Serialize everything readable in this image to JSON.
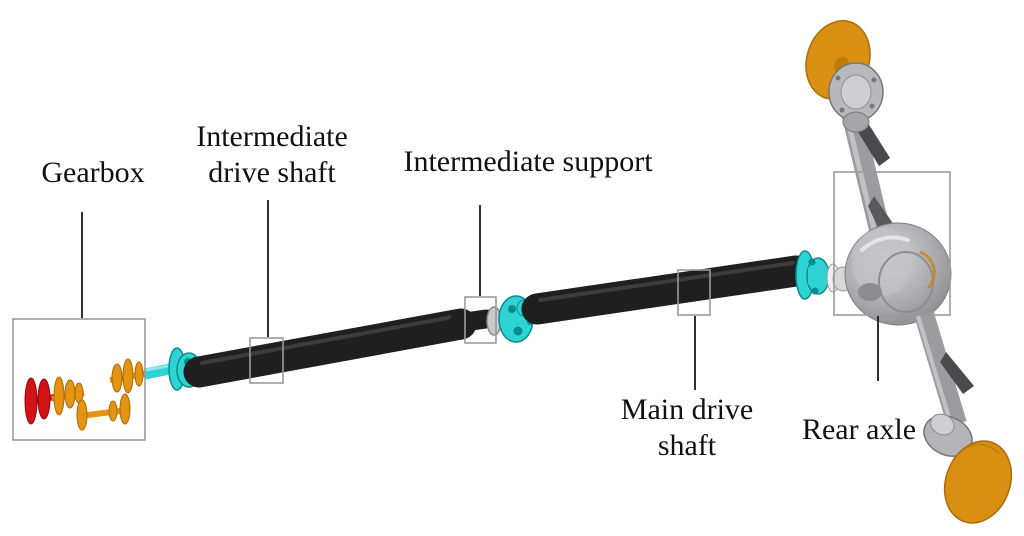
{
  "diagram": {
    "type": "labeled-technical-illustration",
    "subject": "Vehicle drivetrain transmission assembly (3D CAD render with callout labels)",
    "labels": {
      "gearbox": "Gearbox",
      "intermediate_drive_shaft": "Intermediate\ndrive shaft",
      "intermediate_support": "Intermediate support",
      "main_drive_shaft": "Main drive\nshaft",
      "rear_axle": "Rear axle"
    },
    "callouts": [
      {
        "name": "gearbox",
        "style": "boxed-region with leader line from label down to box"
      },
      {
        "name": "intermediate-drive-shaft",
        "style": "small box on shaft with leader line"
      },
      {
        "name": "intermediate-support",
        "style": "small box on support bearing with leader line"
      },
      {
        "name": "main-drive-shaft",
        "style": "small box on shaft with leader line down to label"
      },
      {
        "name": "rear-axle",
        "style": "large box around differential with leader line down to label"
      }
    ],
    "parts_depicted": [
      "gearbox gear clusters (red and orange gears)",
      "cyan universal joints",
      "black intermediate drive shaft",
      "intermediate support bearing",
      "black main drive shaft",
      "grey rear axle with differential housing",
      "orange wheel hubs (top and bottom)"
    ]
  },
  "colors": {
    "background": "#ffffff",
    "label_text": "#111111",
    "callout_box": "#9b9b9b",
    "leader_line": "#1a1a1a",
    "shaft_black": "#1f1f1f",
    "shaft_highlight": "#4a4a4a",
    "joint_cyan": "#2ed3d3",
    "joint_cyan_dark": "#0b8c8c",
    "gear_red": "#d41414",
    "gear_red_dark": "#8f0d0d",
    "gear_orange": "#e59312",
    "gear_orange_dark": "#a86b06",
    "axle_grey": "#9c9ca0",
    "axle_grey_light": "#c6c6ca",
    "axle_grey_dark": "#4a4a4e",
    "wheel_orange": "#d98f12",
    "wheel_orange_dark": "#a96c08",
    "ring_silver": "#c9c9c9"
  }
}
